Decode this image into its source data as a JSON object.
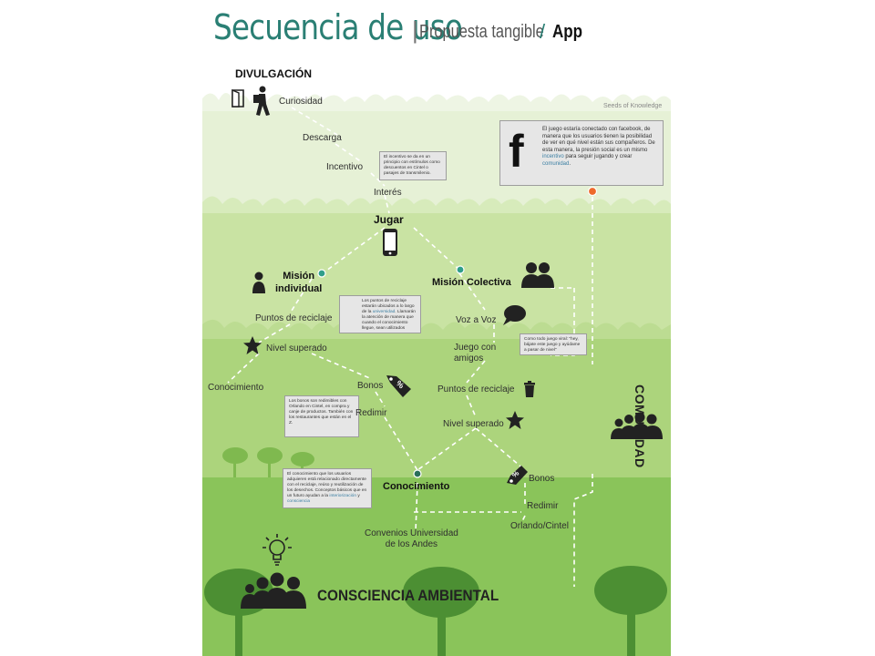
{
  "title": {
    "main": "Secuencia de uso",
    "separator": "|",
    "sub": "Propuesta tangible",
    "slash": "/",
    "app": "App"
  },
  "sections": {
    "divulgacion": "DIVULGACIÓN",
    "jugar": "Jugar",
    "mision_individual": "Misión\nindividual",
    "mision_colectiva": "Misión Colectiva",
    "conocimiento": "Conocimiento",
    "comunidad": "COMUNIDAD",
    "consciencia": "CONSCIENCIA AMBIENTAL"
  },
  "steps": {
    "curiosidad": "Curiosidad",
    "descarga": "Descarga",
    "incentivo": "Incentivo",
    "interes": "Interés",
    "puntos_reciclaje_1": "Puntos de reciclaje",
    "nivel_superado_1": "Nivel superado",
    "conocimiento_1": "Conocimiento",
    "bonos_1": "Bonos",
    "redimir_1": "Redimir",
    "voz_a_voz": "Voz a Voz",
    "juego_con_amigos": "Juego con\namigos",
    "puntos_reciclaje_2": "Puntos de reciclaje",
    "nivel_superado_2": "Nivel superado",
    "bonos_2": "Bonos",
    "redimir_2": "Redimir",
    "orlando": "Orlando/Cintel",
    "convenios": "Convenios Universidad\nde los Andes"
  },
  "credit": "Seeds of Knowledge",
  "notes": {
    "incentivo_note": "El incentivo se da en un principio con estímulos como descuentos en Cintel o pasajes de transmilenio.",
    "facebook_a": "El juego estaría conectado con facebook, de manera que los usuarios tienen la posibilidad de ver en qué nivel están sus compañeros. De esta manera, la presión social es un mismo ",
    "facebook_em1": "incentivo",
    "facebook_b": " para seguir jugando y crear ",
    "facebook_em2": "comunidad",
    "facebook_c": ".",
    "reciclaje_a": "Los puntos de reciclaje estarán ubicados a lo largo de la ",
    "reciclaje_em": "universidad",
    "reciclaje_b": ". Llamarán la atención de manera que cuando el conocimiento llegue, sean utilizados",
    "viral_note": "Como todo juego viral: \"hey, bájate este juego y ayúdame a pasar de nivel\"",
    "bonos_note": "Los bonos son redimibles con Orlando en Cintel, en compra y canje de productos. También con los restaurantes que están en el Z.",
    "conocimiento_a": "El conocimiento que los usuarios adquieren está relacionado directamente con el reciclaje, reúso y reutilización de los desechos. Conceptos básicos que en un futuro ayudan a la ",
    "conocimiento_em1": "interiorización",
    "conocimiento_mid": " y ",
    "conocimiento_em2": "consciencia"
  },
  "icons": {
    "facebook": "f",
    "percent": "%"
  },
  "colors": {
    "title": "#2a7f74",
    "band1": "#eaf3dc",
    "band2": "#d2e8ae",
    "band3": "#b4d884",
    "band4": "#93c75e",
    "band5": "#6fb046",
    "tree": "#4c8f33",
    "orange_dot": "#ee6a2c",
    "teal_dot": "#2f9e8a"
  }
}
